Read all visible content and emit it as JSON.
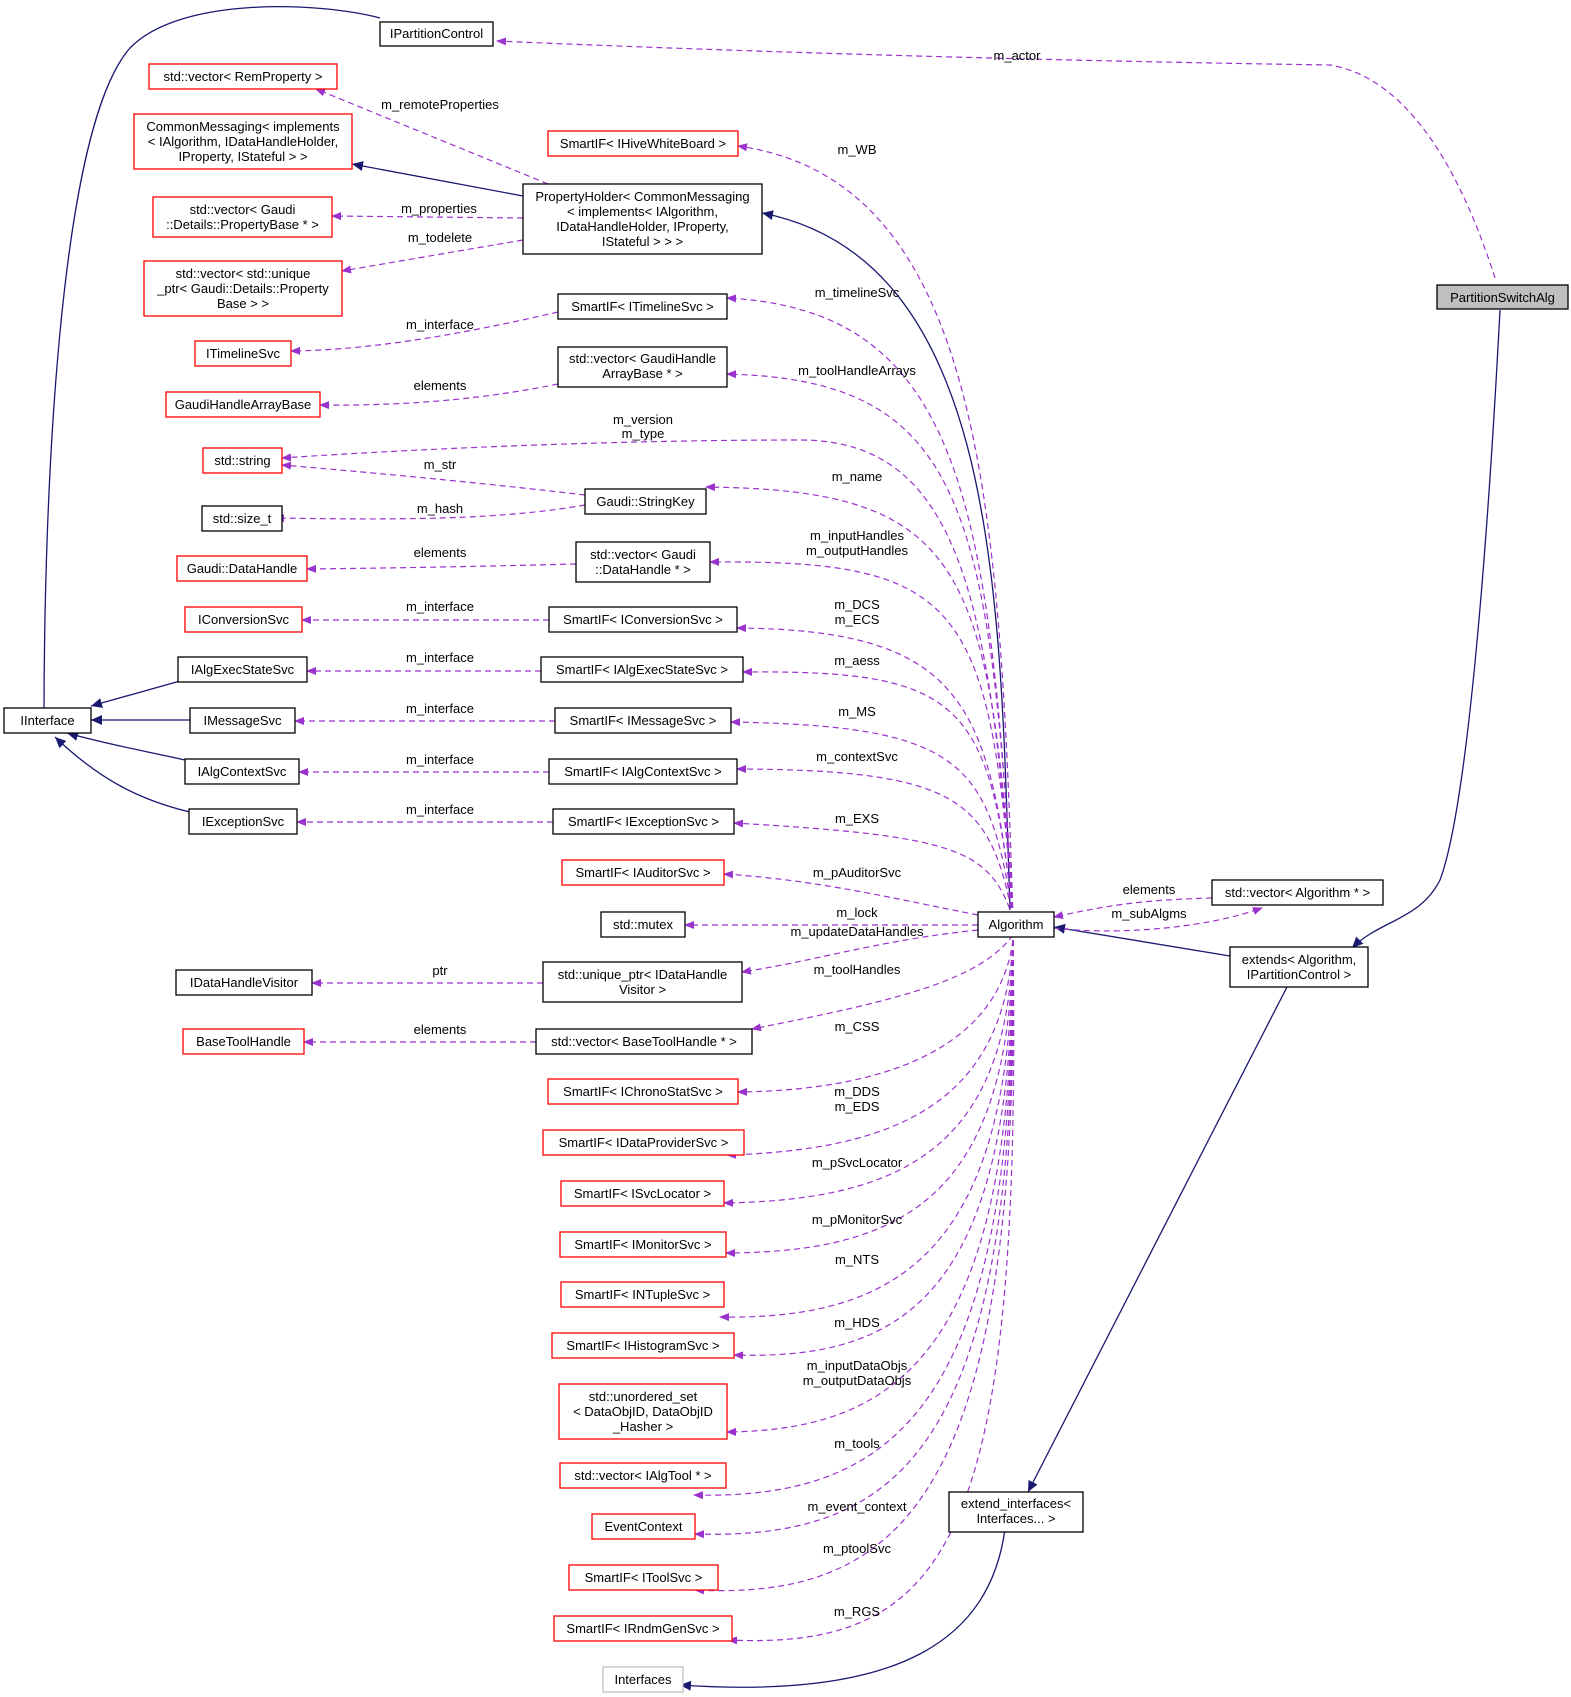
{
  "colors": {
    "inherit": "#191970",
    "usage": "#9a32cd",
    "box_black": "#000000",
    "box_red": "#ff0000",
    "box_gray": "#bfbfbf",
    "focus_fill": "#bfbfbf"
  },
  "nodes": [
    {
      "id": "IPartitionControl",
      "lines": [
        "IPartitionControl"
      ],
      "border": "black"
    },
    {
      "id": "PartitionSwitchAlg",
      "lines": [
        "PartitionSwitchAlg"
      ],
      "border": "black",
      "focus": true
    },
    {
      "id": "vecRemProperty",
      "lines": [
        "std::vector< RemProperty >"
      ],
      "border": "red"
    },
    {
      "id": "CommonMessaging",
      "lines": [
        "CommonMessaging< implements",
        "< IAlgorithm, IDataHandleHolder,",
        "IProperty, IStateful > >"
      ],
      "border": "red"
    },
    {
      "id": "SmartIFHiveWB",
      "lines": [
        "SmartIF< IHiveWhiteBoard >"
      ],
      "border": "red"
    },
    {
      "id": "PropertyHolder",
      "lines": [
        "PropertyHolder< CommonMessaging",
        "< implements< IAlgorithm,",
        "IDataHandleHolder, IProperty,",
        "IStateful > > >"
      ],
      "border": "black"
    },
    {
      "id": "vecPropertyBase",
      "lines": [
        "std::vector< Gaudi",
        "::Details::PropertyBase * >"
      ],
      "border": "red"
    },
    {
      "id": "vecUniquePtr",
      "lines": [
        "std::vector< std::unique",
        "_ptr< Gaudi::Details::Property",
        "Base > >"
      ],
      "border": "red"
    },
    {
      "id": "SmartIFTimeline",
      "lines": [
        "SmartIF< ITimelineSvc >"
      ],
      "border": "black"
    },
    {
      "id": "ITimelineSvc",
      "lines": [
        "ITimelineSvc"
      ],
      "border": "red"
    },
    {
      "id": "vecGaudiHandleArray",
      "lines": [
        "std::vector< GaudiHandle",
        "ArrayBase * >"
      ],
      "border": "black"
    },
    {
      "id": "GaudiHandleArrayBase",
      "lines": [
        "GaudiHandleArrayBase"
      ],
      "border": "red"
    },
    {
      "id": "stdstring",
      "lines": [
        "std::string"
      ],
      "border": "red"
    },
    {
      "id": "StringKey",
      "lines": [
        "Gaudi::StringKey"
      ],
      "border": "black"
    },
    {
      "id": "sizet",
      "lines": [
        "std::size_t"
      ],
      "border": "black"
    },
    {
      "id": "vecDataHandle",
      "lines": [
        "std::vector< Gaudi",
        "::DataHandle * >"
      ],
      "border": "black"
    },
    {
      "id": "DataHandle",
      "lines": [
        "Gaudi::DataHandle"
      ],
      "border": "red"
    },
    {
      "id": "IConversionSvc",
      "lines": [
        "IConversionSvc"
      ],
      "border": "red"
    },
    {
      "id": "SmartIFConversion",
      "lines": [
        "SmartIF< IConversionSvc >"
      ],
      "border": "black"
    },
    {
      "id": "IAlgExecStateSvc",
      "lines": [
        "IAlgExecStateSvc"
      ],
      "border": "black"
    },
    {
      "id": "SmartIFAlgExec",
      "lines": [
        "SmartIF< IAlgExecStateSvc >"
      ],
      "border": "black"
    },
    {
      "id": "IInterface",
      "lines": [
        "IInterface"
      ],
      "border": "black"
    },
    {
      "id": "IMessageSvc",
      "lines": [
        "IMessageSvc"
      ],
      "border": "black"
    },
    {
      "id": "SmartIFMessage",
      "lines": [
        "SmartIF< IMessageSvc >"
      ],
      "border": "black"
    },
    {
      "id": "IAlgContextSvc",
      "lines": [
        "IAlgContextSvc"
      ],
      "border": "black"
    },
    {
      "id": "SmartIFAlgContext",
      "lines": [
        "SmartIF< IAlgContextSvc >"
      ],
      "border": "black"
    },
    {
      "id": "IExceptionSvc",
      "lines": [
        "IExceptionSvc"
      ],
      "border": "black"
    },
    {
      "id": "SmartIFException",
      "lines": [
        "SmartIF< IExceptionSvc >"
      ],
      "border": "black"
    },
    {
      "id": "SmartIFAuditor",
      "lines": [
        "SmartIF< IAuditorSvc >"
      ],
      "border": "red"
    },
    {
      "id": "mutex",
      "lines": [
        "std::mutex"
      ],
      "border": "black"
    },
    {
      "id": "Algorithm",
      "lines": [
        "Algorithm"
      ],
      "border": "black"
    },
    {
      "id": "vecAlgorithm",
      "lines": [
        "std::vector< Algorithm * >"
      ],
      "border": "black"
    },
    {
      "id": "IDataHandleVisitor",
      "lines": [
        "IDataHandleVisitor"
      ],
      "border": "black"
    },
    {
      "id": "uniqueVisitor",
      "lines": [
        "std::unique_ptr< IDataHandle",
        "Visitor >"
      ],
      "border": "black"
    },
    {
      "id": "extends",
      "lines": [
        "extends< Algorithm,",
        "IPartitionControl >"
      ],
      "border": "black"
    },
    {
      "id": "BaseToolHandle",
      "lines": [
        "BaseToolHandle"
      ],
      "border": "red"
    },
    {
      "id": "vecBaseToolHandle",
      "lines": [
        "std::vector< BaseToolHandle * >"
      ],
      "border": "black"
    },
    {
      "id": "SmartIFChrono",
      "lines": [
        "SmartIF< IChronoStatSvc >"
      ],
      "border": "red"
    },
    {
      "id": "SmartIFDataProvider",
      "lines": [
        "SmartIF< IDataProviderSvc >"
      ],
      "border": "red"
    },
    {
      "id": "SmartIFSvcLocator",
      "lines": [
        "SmartIF< ISvcLocator >"
      ],
      "border": "red"
    },
    {
      "id": "SmartIFMonitor",
      "lines": [
        "SmartIF< IMonitorSvc >"
      ],
      "border": "red"
    },
    {
      "id": "SmartIFNTuple",
      "lines": [
        "SmartIF< INTupleSvc >"
      ],
      "border": "red"
    },
    {
      "id": "SmartIFHistogram",
      "lines": [
        "SmartIF< IHistogramSvc >"
      ],
      "border": "red"
    },
    {
      "id": "unorderedSet",
      "lines": [
        "std::unordered_set",
        "< DataObjID, DataObjID",
        "_Hasher >"
      ],
      "border": "red"
    },
    {
      "id": "vecIAlgTool",
      "lines": [
        "std::vector< IAlgTool * >"
      ],
      "border": "red"
    },
    {
      "id": "EventContext",
      "lines": [
        "EventContext"
      ],
      "border": "red"
    },
    {
      "id": "extendInterfaces",
      "lines": [
        "extend_interfaces<",
        "Interfaces... >"
      ],
      "border": "black"
    },
    {
      "id": "SmartIFToolSvc",
      "lines": [
        "SmartIF< IToolSvc >"
      ],
      "border": "red"
    },
    {
      "id": "SmartIFRndm",
      "lines": [
        "SmartIF< IRndmGenSvc >"
      ],
      "border": "red"
    },
    {
      "id": "Interfaces",
      "lines": [
        "Interfaces"
      ],
      "border": "gray"
    }
  ],
  "edge_labels": [
    {
      "id": "l_m_actor",
      "text": "m_actor"
    },
    {
      "id": "l_m_remoteProperties",
      "text": "m_remoteProperties"
    },
    {
      "id": "l_m_WB",
      "text": "m_WB"
    },
    {
      "id": "l_m_properties",
      "text": "m_properties"
    },
    {
      "id": "l_m_todelete",
      "text": "m_todelete"
    },
    {
      "id": "l_m_timelineSvc",
      "text": "m_timelineSvc"
    },
    {
      "id": "l_m_interface_timeline",
      "text": "m_interface"
    },
    {
      "id": "l_m_toolHandleArrays",
      "text": "m_toolHandleArrays"
    },
    {
      "id": "l_elements_gha",
      "text": "elements"
    },
    {
      "id": "l_m_version",
      "text": "m_version"
    },
    {
      "id": "l_m_type",
      "text": "m_type"
    },
    {
      "id": "l_m_str",
      "text": "m_str"
    },
    {
      "id": "l_m_name",
      "text": "m_name"
    },
    {
      "id": "l_m_hash",
      "text": "m_hash"
    },
    {
      "id": "l_m_inputHandles",
      "text": "m_inputHandles"
    },
    {
      "id": "l_m_outputHandles",
      "text": "m_outputHandles"
    },
    {
      "id": "l_elements_dh",
      "text": "elements"
    },
    {
      "id": "l_m_DCS",
      "text": "m_DCS"
    },
    {
      "id": "l_m_ECS",
      "text": "m_ECS"
    },
    {
      "id": "l_m_interface_conv",
      "text": "m_interface"
    },
    {
      "id": "l_m_aess",
      "text": "m_aess"
    },
    {
      "id": "l_m_interface_aes",
      "text": "m_interface"
    },
    {
      "id": "l_m_MS",
      "text": "m_MS"
    },
    {
      "id": "l_m_interface_msg",
      "text": "m_interface"
    },
    {
      "id": "l_m_contextSvc",
      "text": "m_contextSvc"
    },
    {
      "id": "l_m_interface_ctx",
      "text": "m_interface"
    },
    {
      "id": "l_m_EXS",
      "text": "m_EXS"
    },
    {
      "id": "l_m_interface_exc",
      "text": "m_interface"
    },
    {
      "id": "l_m_pAuditorSvc",
      "text": "m_pAuditorSvc"
    },
    {
      "id": "l_elements_alg",
      "text": "elements"
    },
    {
      "id": "l_m_subAlgms",
      "text": "m_subAlgms"
    },
    {
      "id": "l_m_lock",
      "text": "m_lock"
    },
    {
      "id": "l_m_updateDataHandles",
      "text": "m_updateDataHandles"
    },
    {
      "id": "l_ptr",
      "text": "ptr"
    },
    {
      "id": "l_m_toolHandles",
      "text": "m_toolHandles"
    },
    {
      "id": "l_elements_bth",
      "text": "elements"
    },
    {
      "id": "l_m_CSS",
      "text": "m_CSS"
    },
    {
      "id": "l_m_DDS",
      "text": "m_DDS"
    },
    {
      "id": "l_m_EDS",
      "text": "m_EDS"
    },
    {
      "id": "l_m_pSvcLocator",
      "text": "m_pSvcLocator"
    },
    {
      "id": "l_m_pMonitorSvc",
      "text": "m_pMonitorSvc"
    },
    {
      "id": "l_m_NTS",
      "text": "m_NTS"
    },
    {
      "id": "l_m_HDS",
      "text": "m_HDS"
    },
    {
      "id": "l_m_inputDataObjs",
      "text": "m_inputDataObjs"
    },
    {
      "id": "l_m_outputDataObjs",
      "text": "m_outputDataObjs"
    },
    {
      "id": "l_m_tools",
      "text": "m_tools"
    },
    {
      "id": "l_m_event_context",
      "text": "m_event_context"
    },
    {
      "id": "l_m_ptoolSvc",
      "text": "m_ptoolSvc"
    },
    {
      "id": "l_m_RGS",
      "text": "m_RGS"
    }
  ]
}
